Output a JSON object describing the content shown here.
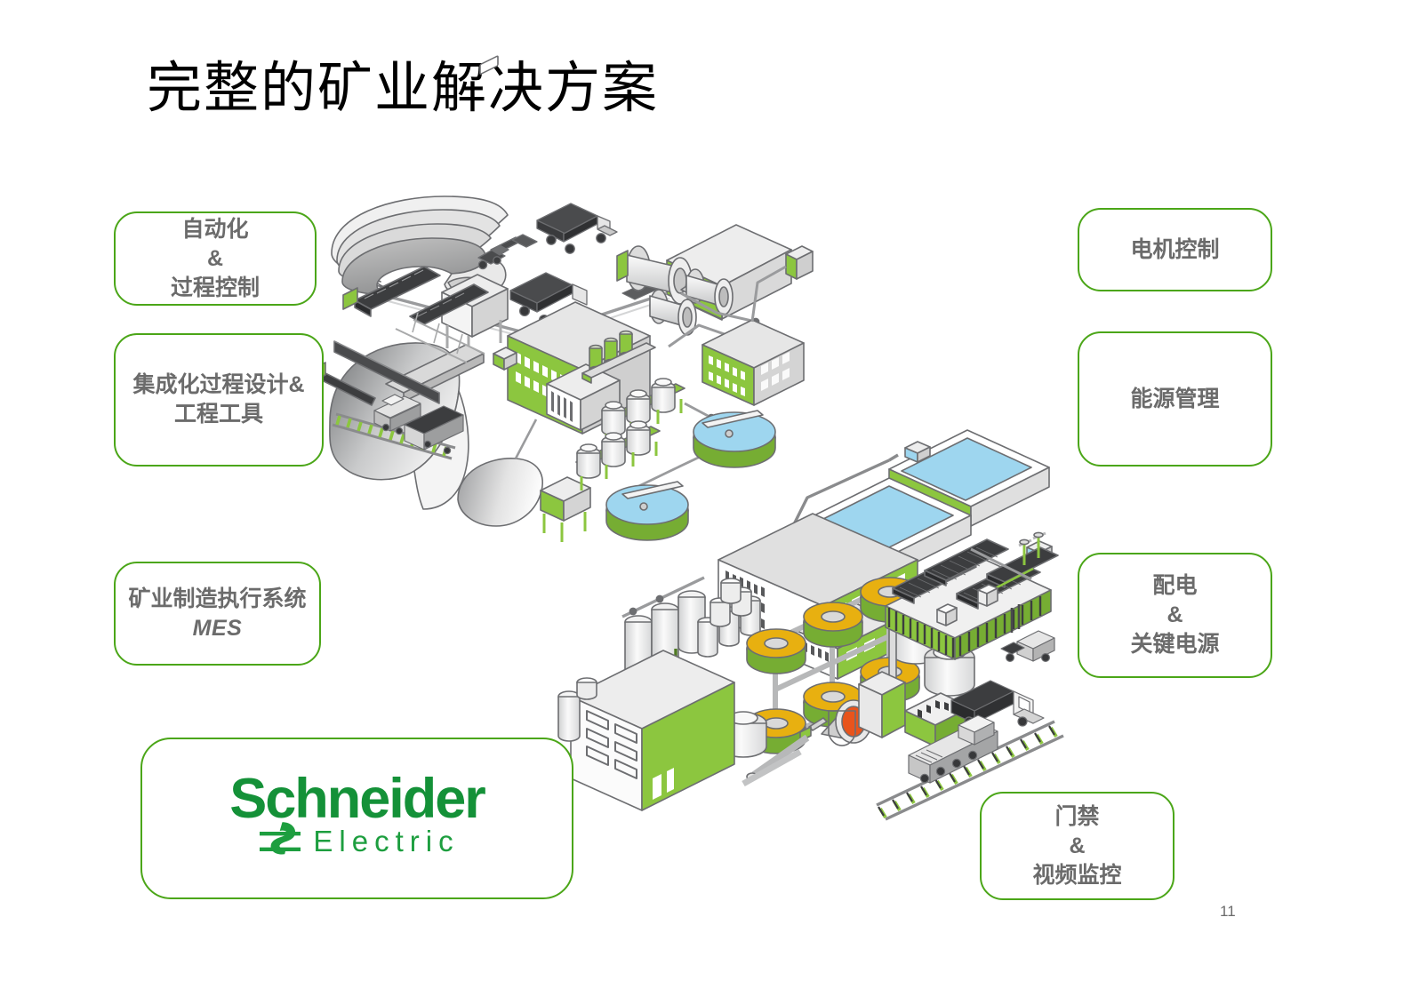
{
  "slide": {
    "title": "完整的矿业解决方案",
    "page_number": "11",
    "accent_green": "#4ba618",
    "text_gray": "#6b6b6b",
    "brand_green": "#149138"
  },
  "left_capabilities": [
    {
      "id": "automation",
      "lines": [
        "自动化",
        "&",
        "过程控制"
      ]
    },
    {
      "id": "design",
      "lines": [
        "集成化过程设计&",
        "工程工具"
      ]
    },
    {
      "id": "mes",
      "lines": [
        "矿业制造执行系统",
        "MES"
      ],
      "italic_last": true
    }
  ],
  "right_capabilities": [
    {
      "id": "motor",
      "lines": [
        "电机控制"
      ]
    },
    {
      "id": "energy",
      "lines": [
        "能源管理"
      ]
    },
    {
      "id": "power",
      "lines": [
        "配电",
        "&",
        "关键电源"
      ]
    },
    {
      "id": "access",
      "lines": [
        "门禁",
        "&",
        "视频监控"
      ]
    }
  ],
  "logo": {
    "wordmark": "Schneider",
    "subtitle": "Electric",
    "mark_icon": "schneider-s-mark-icon"
  },
  "illustration": {
    "name": "isometric-mining-operation-diagram",
    "palette": {
      "green_panel": "#8cc63f",
      "light_gray": "#e8e8e8",
      "mid_gray": "#c9c9c9",
      "dark_gray": "#58595b",
      "water_blue": "#9ed6ef",
      "tank_yellow": "#e8b010",
      "molten_orange": "#e8541c",
      "outline": "#6d6e71"
    },
    "elements": [
      "open-pit-mine-terraces",
      "haul-trucks",
      "excavator",
      "crusher-station",
      "overland-conveyor",
      "stockpile-cone",
      "ore-train",
      "grinding-mills",
      "flotation-cell-banks",
      "thickener-tanks",
      "control-building",
      "evaporation-ponds",
      "office-building",
      "leach-tanks",
      "electrowinning-cells",
      "solar-panel-farm",
      "smelter-furnace",
      "warehouse",
      "cargo-truck",
      "forklift",
      "locomotive-and-rail"
    ]
  }
}
